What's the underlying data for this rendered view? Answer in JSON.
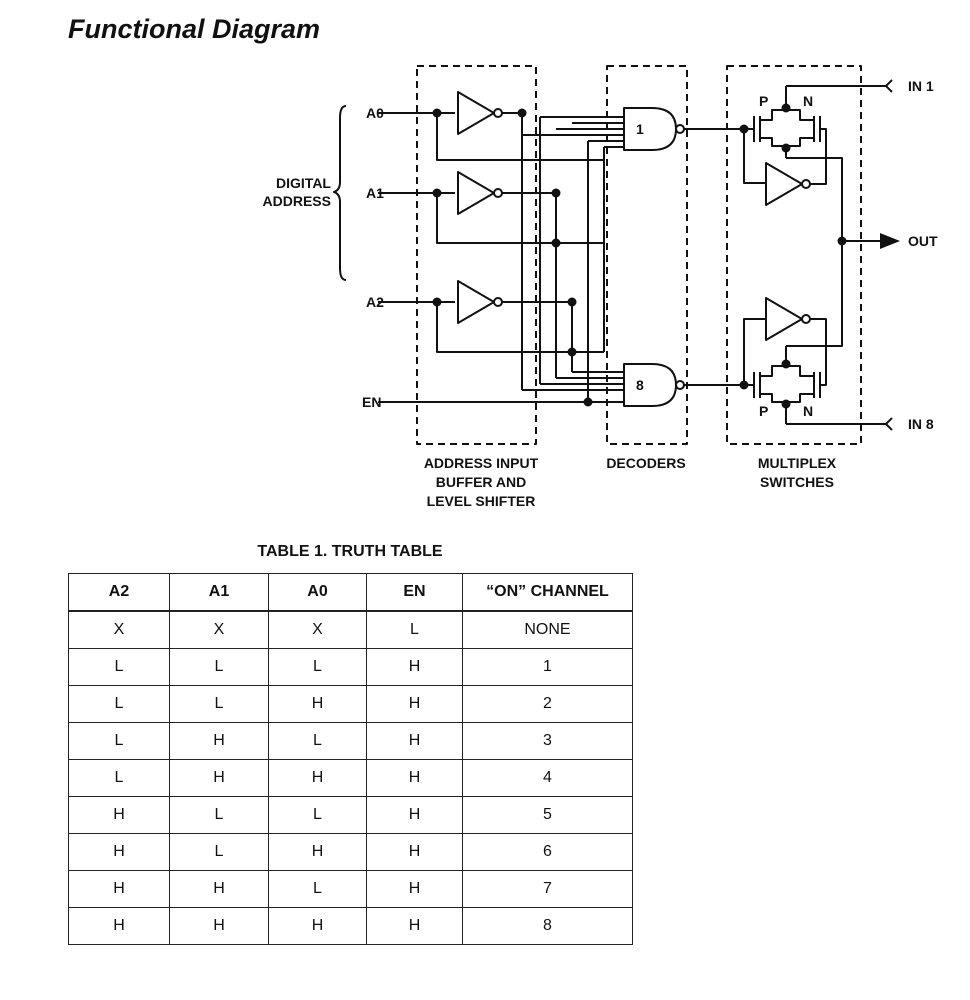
{
  "page_title": "Functional Diagram",
  "diagram": {
    "inputs": {
      "a0": "A0",
      "a1": "A1",
      "a2": "A2",
      "en": "EN"
    },
    "digital_address": [
      "DIGITAL",
      "ADDRESS"
    ],
    "decoder_labels": {
      "first": "1",
      "last": "8"
    },
    "switch_labels": {
      "p": "P",
      "n": "N"
    },
    "outputs": {
      "in1": "IN 1",
      "out": "OUT",
      "in8": "IN 8"
    },
    "section_labels": {
      "address_buffer": [
        "ADDRESS INPUT",
        "BUFFER AND",
        "LEVEL SHIFTER"
      ],
      "decoders": [
        "DECODERS"
      ],
      "multiplex": [
        "MULTIPLEX",
        "SWITCHES"
      ]
    }
  },
  "truth_table": {
    "caption": "TABLE 1.  TRUTH TABLE",
    "headers": [
      "A2",
      "A1",
      "A0",
      "EN",
      "“ON” CHANNEL"
    ],
    "rows": [
      [
        "X",
        "X",
        "X",
        "L",
        "NONE"
      ],
      [
        "L",
        "L",
        "L",
        "H",
        "1"
      ],
      [
        "L",
        "L",
        "H",
        "H",
        "2"
      ],
      [
        "L",
        "H",
        "L",
        "H",
        "3"
      ],
      [
        "L",
        "H",
        "H",
        "H",
        "4"
      ],
      [
        "H",
        "L",
        "L",
        "H",
        "5"
      ],
      [
        "H",
        "L",
        "H",
        "H",
        "6"
      ],
      [
        "H",
        "H",
        "L",
        "H",
        "7"
      ],
      [
        "H",
        "H",
        "H",
        "H",
        "8"
      ]
    ]
  }
}
